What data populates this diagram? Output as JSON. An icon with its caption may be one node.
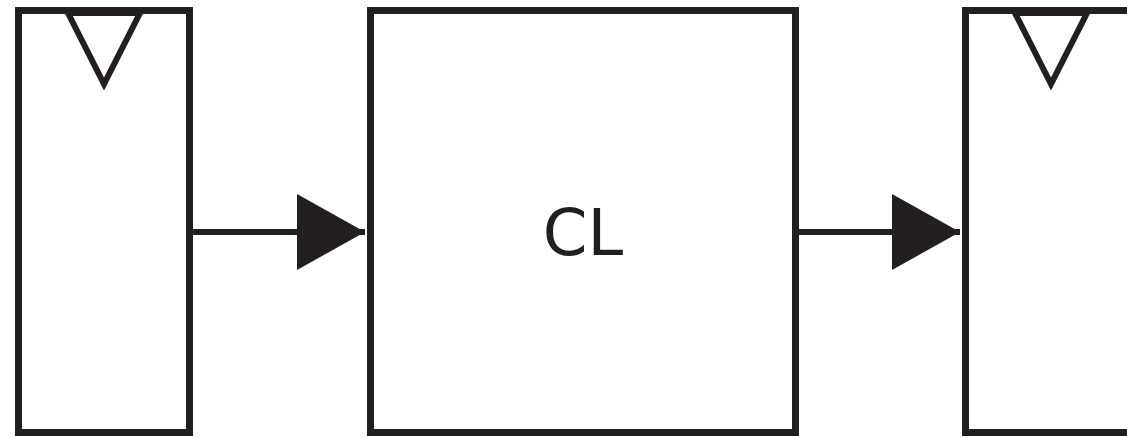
{
  "diagram": {
    "nodes": [
      {
        "text": [],
        "shape": "box"
      },
      {
        "text": [
          "CL"
        ]
      },
      {
        "text": [],
        "shape": "box"
      }
    ],
    "edges": [
      {
        "from": 0,
        "to": 1,
        "arrow": "to"
      },
      {
        "from": 1,
        "to": 2,
        "arrow": "to"
      }
    ]
  }
}
